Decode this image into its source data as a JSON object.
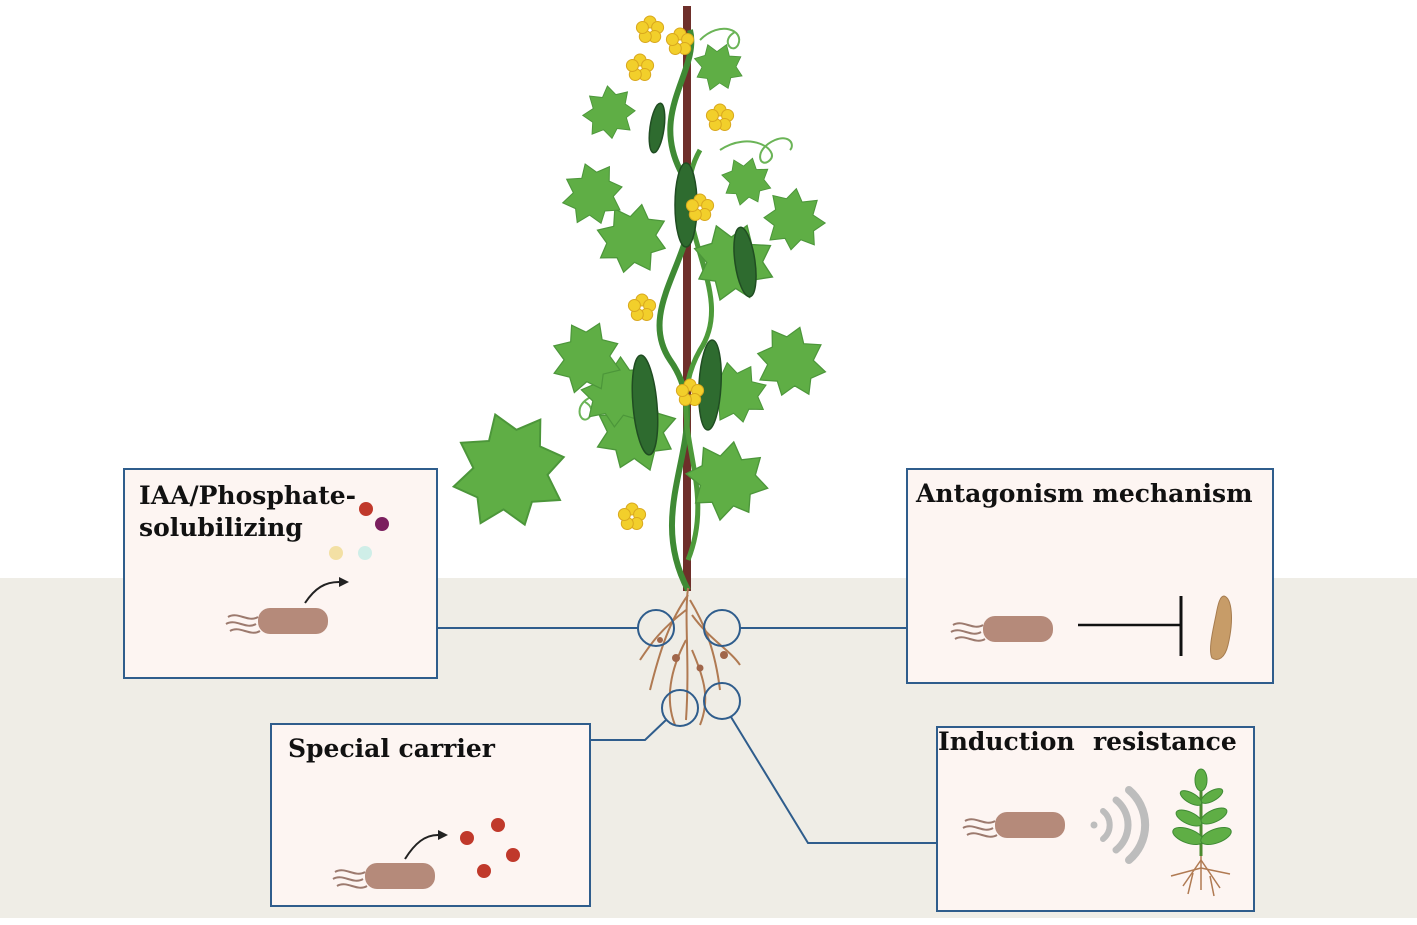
{
  "colors": {
    "soil": "#efede6",
    "box_border": "#2f5d8c",
    "box_fill": "#fdf5f2",
    "connector": "#2f5d8c",
    "leaf": "#5fae45",
    "leaf_dark": "#3f8a34",
    "cucumber": "#2e6b2f",
    "flower": "#f2cf2b",
    "stake": "#6e2f2a",
    "bacterium": "#b58a7a",
    "root": "#b07a52"
  },
  "boxes": {
    "iaa": {
      "line1": "IAA/Phosphate-",
      "line2": "solubilizing"
    },
    "antagonism": {
      "title": "Antagonism mechanism"
    },
    "carrier": {
      "title": "Special carrier"
    },
    "induction": {
      "word1": "Induction",
      "word2": "resistance"
    }
  },
  "icons": {
    "bacterium": "rod-bacterium-icon",
    "inhibit": "inhibition-arrow-icon",
    "pathogen": "larva-pathogen-icon",
    "signal": "signal-waves-icon",
    "seedling": "seedling-icon",
    "plant": "cucumber-plant-icon"
  }
}
